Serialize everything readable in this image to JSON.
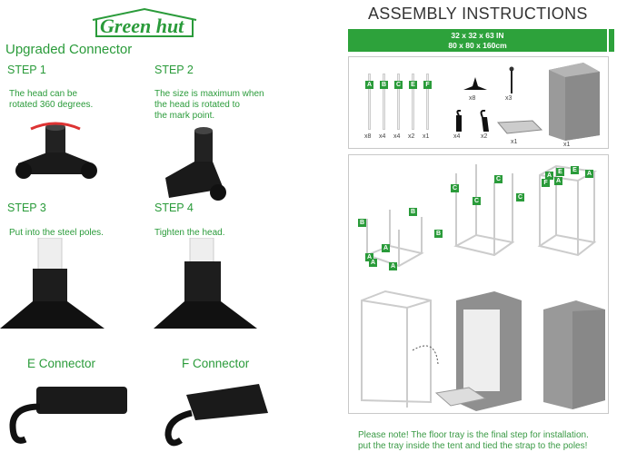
{
  "brand": {
    "logo_text": "Green hut"
  },
  "left": {
    "heading": "Upgraded Connector",
    "steps": [
      {
        "label": "STEP 1",
        "text": [
          "The head can be",
          "rotated 360 degrees."
        ]
      },
      {
        "label": "STEP 2",
        "text": [
          "The size is maximum when",
          "the head is rotated to",
          "the mark point."
        ]
      },
      {
        "label": "STEP 3",
        "text": [
          "Put into the steel poles."
        ]
      },
      {
        "label": "STEP 4",
        "text": [
          "Tighten the head."
        ]
      }
    ],
    "connectors": [
      {
        "label": "E Connector"
      },
      {
        "label": "F Connector"
      }
    ]
  },
  "right": {
    "title": "ASSEMBLY INSTRUCTIONS",
    "size_in": "32 x 32 x 63 IN",
    "size_cm": "80 x 80 x 160cm",
    "poles": [
      {
        "id": "A",
        "qty": "x8"
      },
      {
        "id": "B",
        "qty": "x4"
      },
      {
        "id": "C",
        "qty": "x4"
      },
      {
        "id": "E",
        "qty": "x2"
      },
      {
        "id": "F",
        "qty": "x1"
      }
    ],
    "parts": {
      "corner_qty": "x8",
      "stake_qty": "x3",
      "hook_e_qty": "x4",
      "hook_f_qty": "x2",
      "tray_qty": "x1",
      "tent_qty": "x1"
    },
    "note": [
      "Please note! The floor tray is the final step for installation.",
      "put the tray inside the tent and tied the strap to the poles!"
    ]
  },
  "colors": {
    "brand_green": "#2da23b",
    "text_green": "#2a9b3a"
  }
}
